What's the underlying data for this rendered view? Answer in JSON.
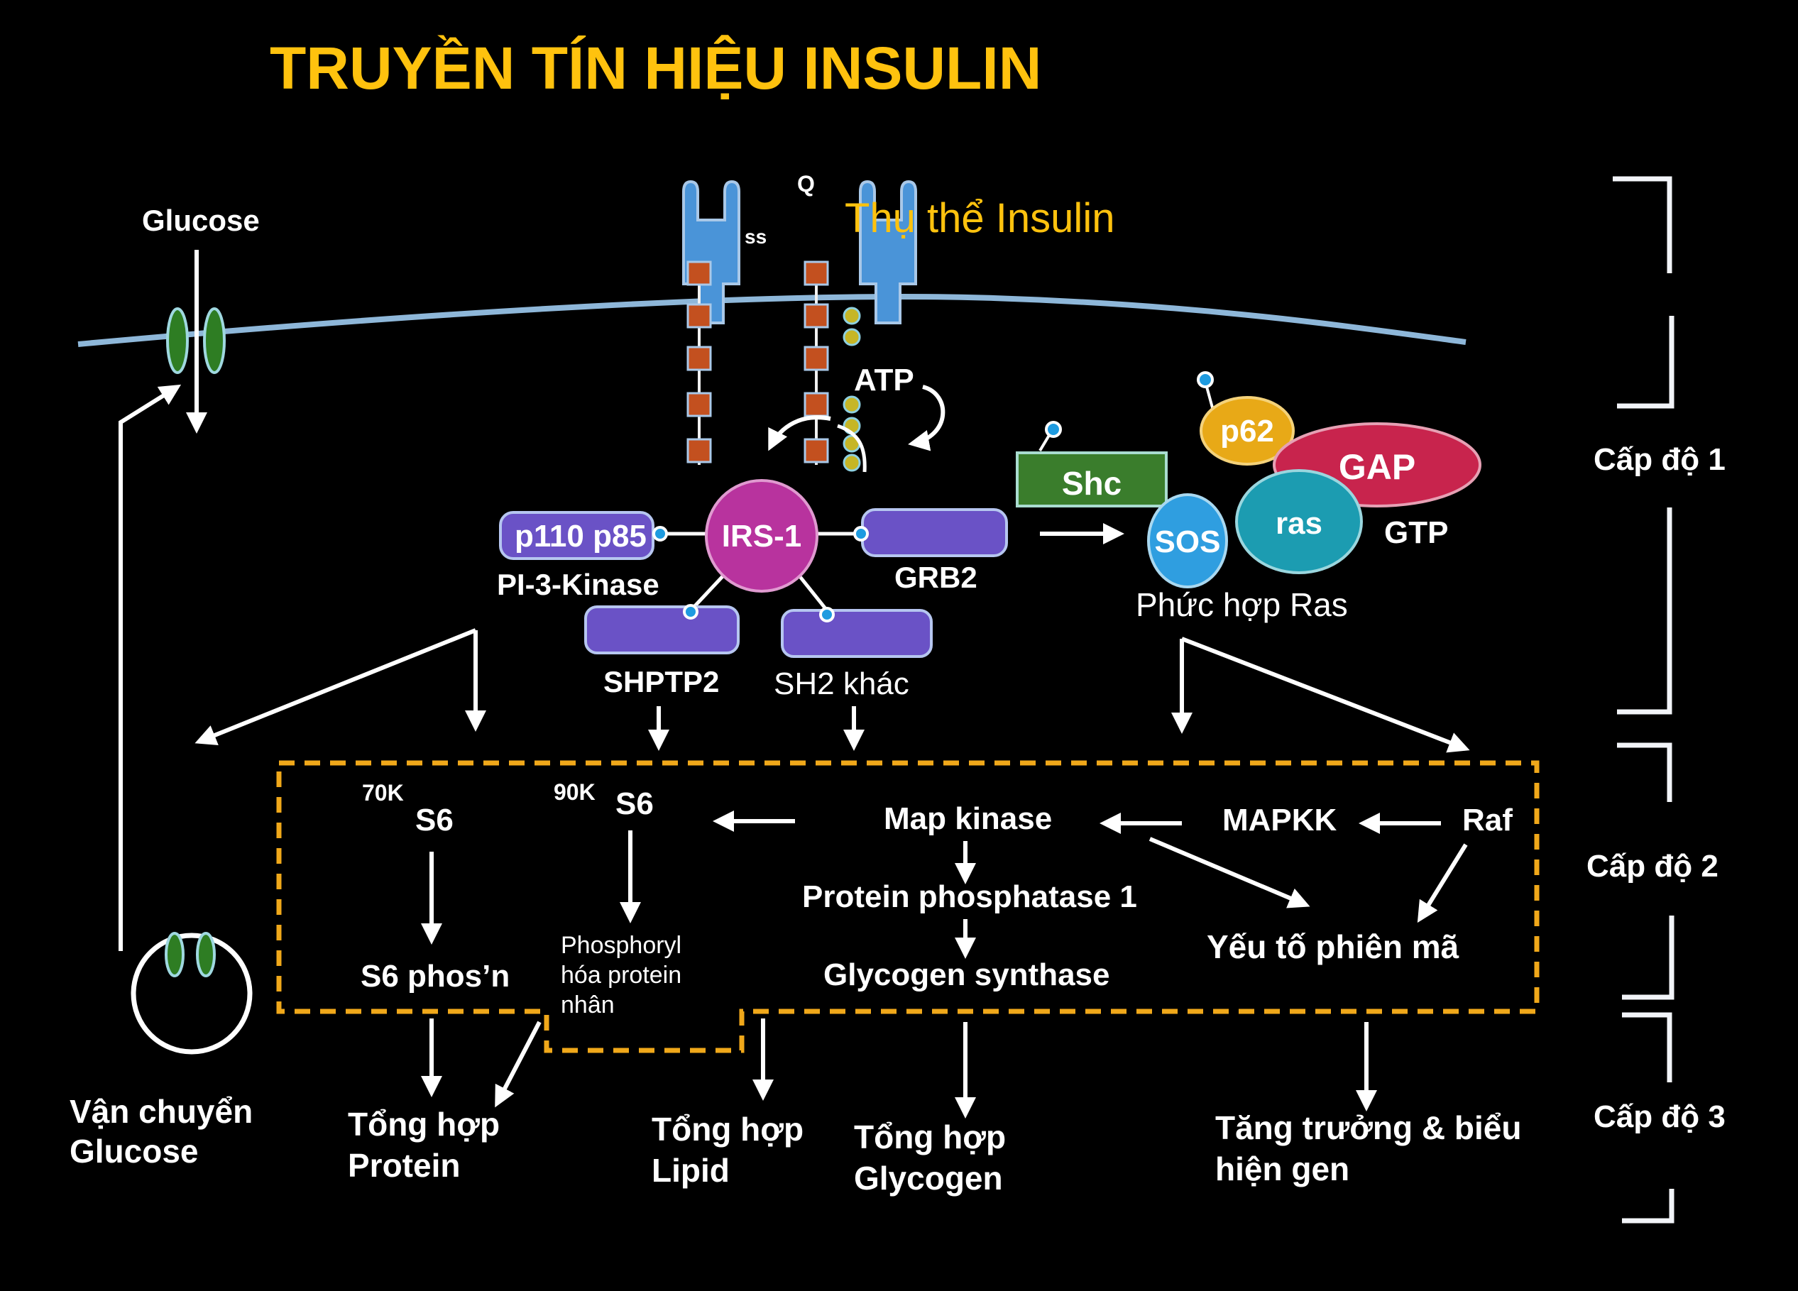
{
  "title": "TRUYỀN TÍN HIỆU INSULIN",
  "receptor": {
    "label": "Thụ thể Insulin",
    "ss_label": "ss",
    "q_label": "Q",
    "atp_label": "ATP"
  },
  "glucose": {
    "top_label": "Glucose",
    "transport_label_line1": "Vận chuyển",
    "transport_label_line2": "Glucose"
  },
  "irs": {
    "center_label": "IRS-1",
    "pi3k_box_label": "p110 p85",
    "pi3k_label": "PI-3-Kinase",
    "grb2_label": "GRB2",
    "shptp2_label": "SHPTP2",
    "sh2_other_label": "SH2 khác"
  },
  "ras_complex": {
    "shc_label": "Shc",
    "sos_label": "SOS",
    "p62_label": "p62",
    "gap_label": "GAP",
    "ras_label": "ras",
    "gtp_label": "GTP",
    "complex_label": "Phức hợp Ras"
  },
  "kinase_box": {
    "s6_70k_prefix": "70K",
    "s6_70k_label": "S6",
    "s6_90k_prefix": "90K",
    "s6_90k_label": "S6",
    "s6_phos_label": "S6 phos’n",
    "nuclear_phos_line1": "Phosphoryl",
    "nuclear_phos_line2": "hóa protein",
    "nuclear_phos_line3": "nhân",
    "map_kinase_label": "Map kinase",
    "mapkk_label": "MAPKK",
    "raf_label": "Raf",
    "pp1_label": "Protein phosphatase 1",
    "glycogen_synthase_label": "Glycogen synthase",
    "transcription_factor_label": "Yếu tố phiên mã"
  },
  "outputs": {
    "protein_line1": "Tổng hợp",
    "protein_line2": "Protein",
    "lipid_line1": "Tổng hợp",
    "lipid_line2": "Lipid",
    "glycogen_line1": "Tổng hợp",
    "glycogen_line2": "Glycogen",
    "growth_line1": "Tăng trưởng & biểu",
    "growth_line2": "hiện gen"
  },
  "levels": {
    "level1": "Cấp độ 1",
    "level2": "Cấp độ 2",
    "level3": "Cấp độ 3"
  },
  "colors": {
    "title": "#ffc20e",
    "receptor": "#4a94d8",
    "chain": "#c3501f",
    "irs1": "#b8339e",
    "sh2": "#6a52c6",
    "shc": "#3a7d2c",
    "sos": "#2f9ee0",
    "p62": "#e8a917",
    "gap": "#c8244d",
    "ras": "#1c9cb1",
    "membrane": "#8eb7d9",
    "dashed_box": "#f0a81a"
  }
}
